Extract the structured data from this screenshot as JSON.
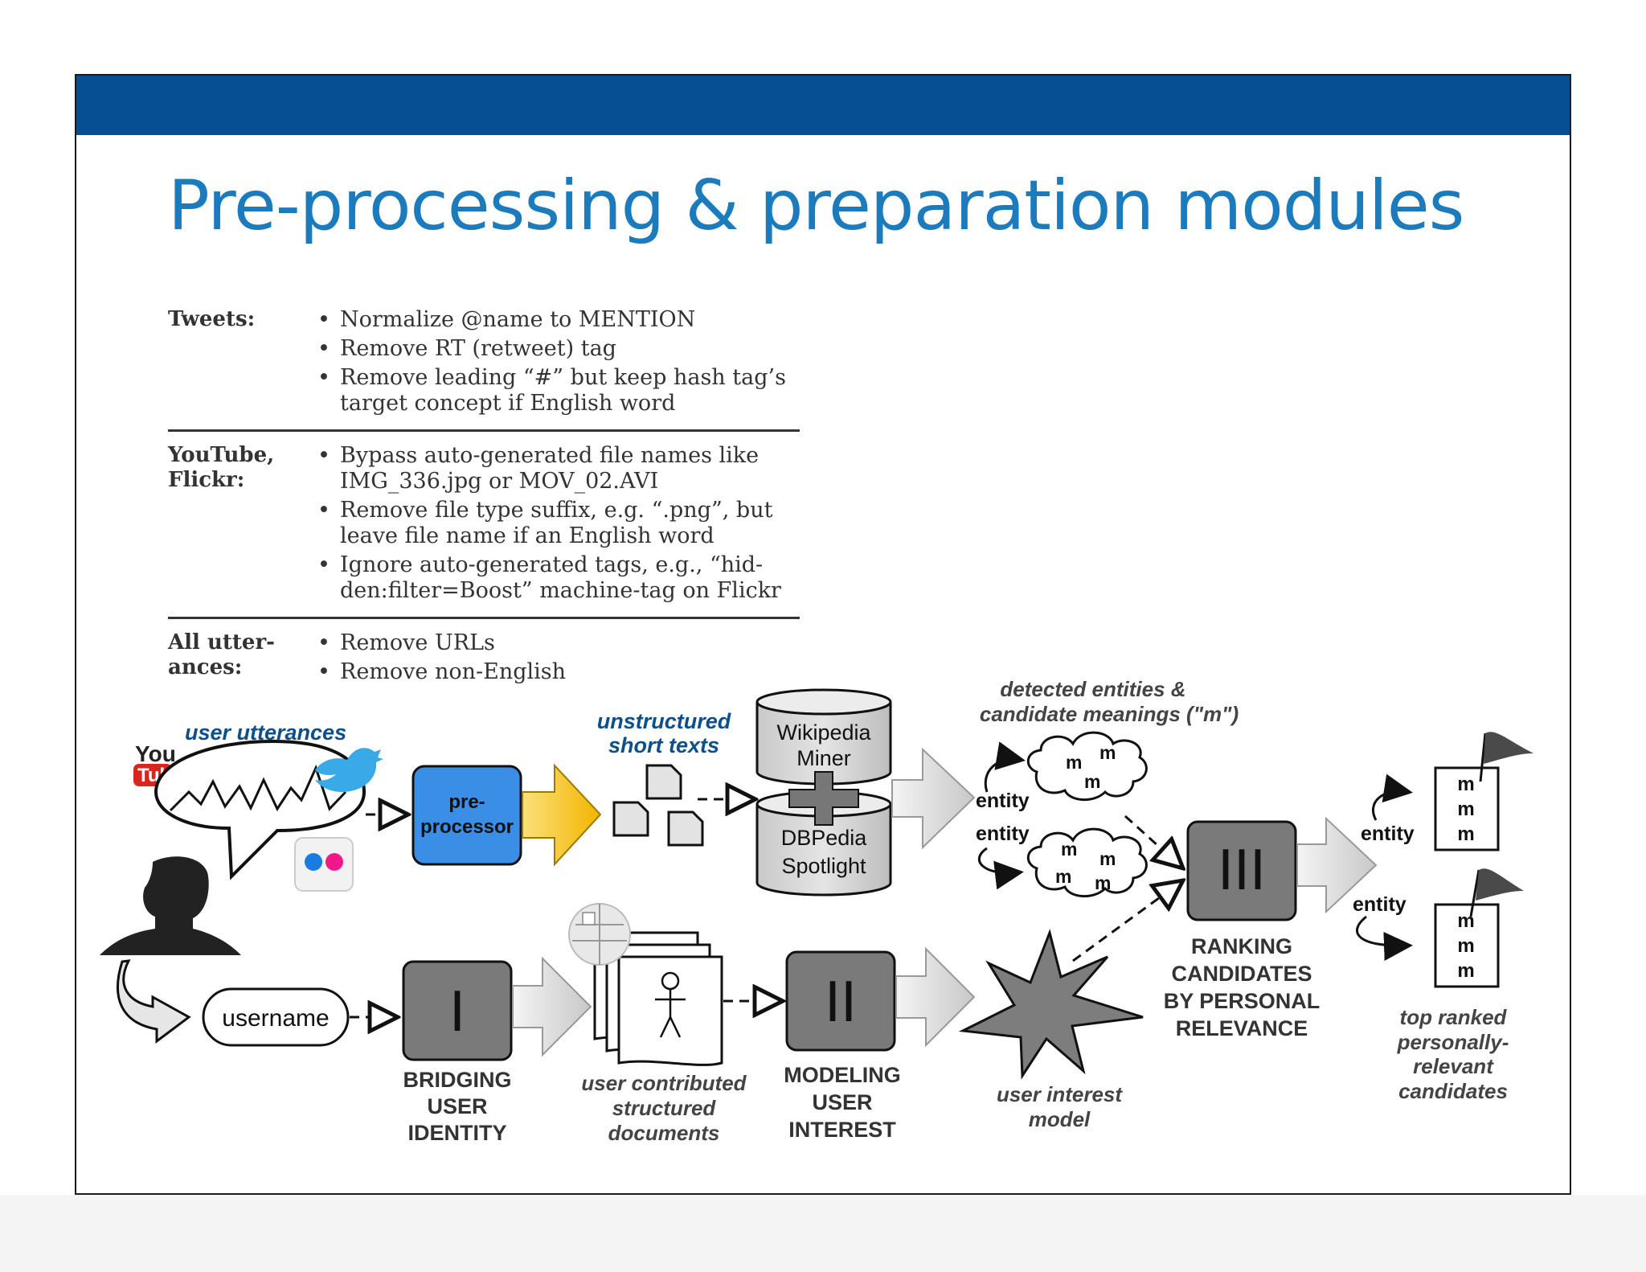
{
  "slide": {
    "title": "Pre-processing & preparation modules"
  },
  "rules": [
    {
      "category": "Tweets:",
      "items": [
        "Normalize @name to MENTION",
        "Remove RT (retweet) tag",
        "Remove leading “#” but keep hash tag’s target concept if English word"
      ]
    },
    {
      "category": "YouTube, Flickr:",
      "items": [
        "Bypass auto-generated file names like IMG_336.jpg or MOV_02.AVI",
        "Remove file type suffix, e.g. “.png”, but leave file name if an English word",
        "Ignore auto-generated tags, e.g., “hid-den:filter=Boost” machine-tag on Flickr"
      ]
    },
    {
      "category": "All utter-ances:",
      "items": [
        "Remove URLs",
        "Remove non-English"
      ]
    }
  ],
  "diagram": {
    "logo_youtube_you": "You",
    "logo_youtube_tube": "Tube",
    "user_utterances": "user utterances",
    "preprocessor": [
      "pre-",
      "processor"
    ],
    "unstructured": [
      "unstructured",
      "short texts"
    ],
    "wikipedia_miner": [
      "Wikipedia",
      "Miner"
    ],
    "dbpedia_spotlight": [
      "DBPedia",
      "Spotlight"
    ],
    "detected": [
      "detected entities &",
      "candidate meanings (\"m\")"
    ],
    "entity": "entity",
    "m": "m",
    "module_1": "I",
    "module_2": "II",
    "module_3": "III",
    "username": "username",
    "bridging": [
      "BRIDGING",
      "USER",
      "IDENTITY"
    ],
    "user_docs": [
      "user contributed",
      "structured",
      "documents"
    ],
    "modeling": [
      "MODELING",
      "USER",
      "INTEREST"
    ],
    "interest_model": [
      "user interest",
      "model"
    ],
    "ranking": [
      "RANKING",
      "CANDIDATES",
      "BY PERSONAL",
      "RELEVANCE"
    ],
    "top_ranked": [
      "top ranked",
      "personally-",
      "relevant",
      "candidates"
    ]
  },
  "colors": {
    "top_bar": "#064f93",
    "title": "#1b7bbd",
    "blue_label": "#0d4f8b",
    "preprocessor": "#3a8ee6",
    "yellow_arrow": "#f6c21c",
    "module_gray": "#7a7a7a"
  }
}
